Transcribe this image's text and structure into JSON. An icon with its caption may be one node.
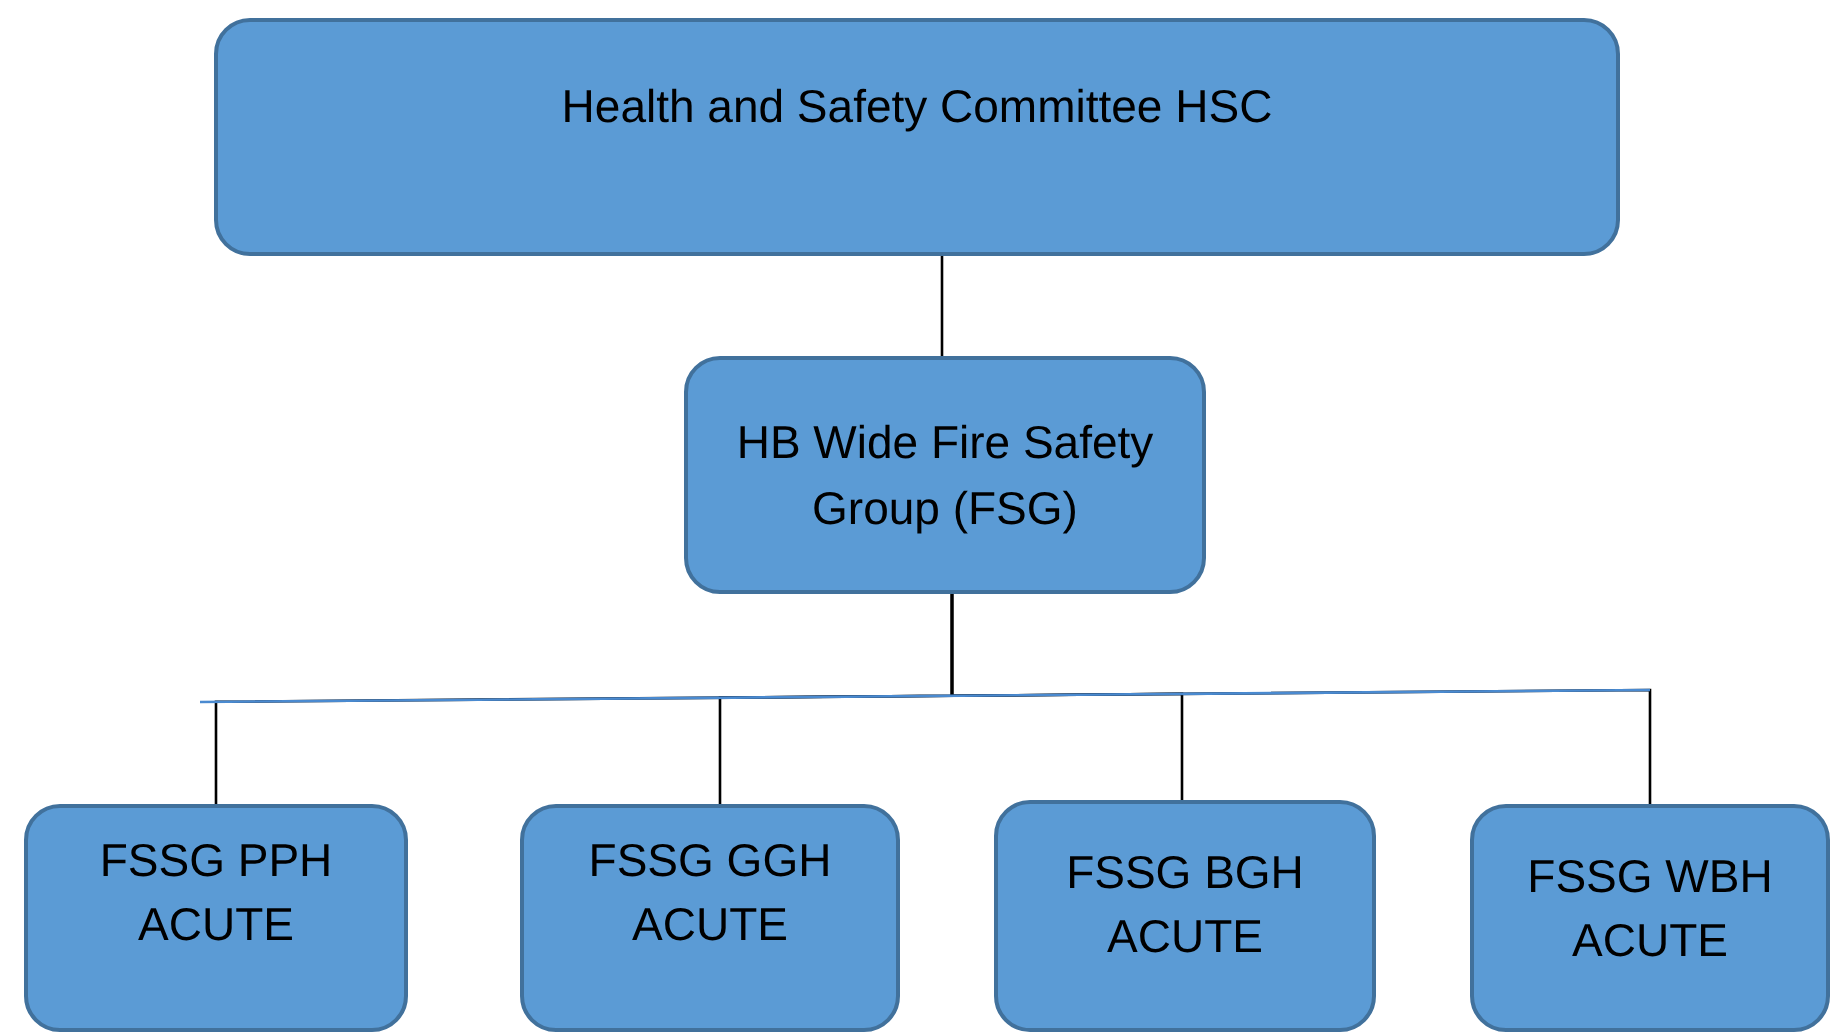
{
  "diagram": {
    "nodes": [
      {
        "text": [
          "Health and Safety Committee HSC"
        ]
      },
      {
        "text": [
          "HB Wide Fire Safety Group (FSG)"
        ]
      },
      {
        "text": [
          "FSSG PPH ACUTE"
        ]
      },
      {
        "text": [
          "FSSG GGH ACUTE"
        ]
      },
      {
        "text": [
          "FSSG BGH ACUTE"
        ]
      },
      {
        "text": [
          "FSSG WBH ACUTE"
        ]
      }
    ],
    "edges": [
      {
        "from": 0,
        "to": 1,
        "arrow": "none"
      },
      {
        "from": 1,
        "to": 2,
        "arrow": "none"
      },
      {
        "from": 1,
        "to": 3,
        "arrow": "none"
      },
      {
        "from": 1,
        "to": 4,
        "arrow": "none"
      },
      {
        "from": 1,
        "to": 5,
        "arrow": "none"
      }
    ]
  }
}
